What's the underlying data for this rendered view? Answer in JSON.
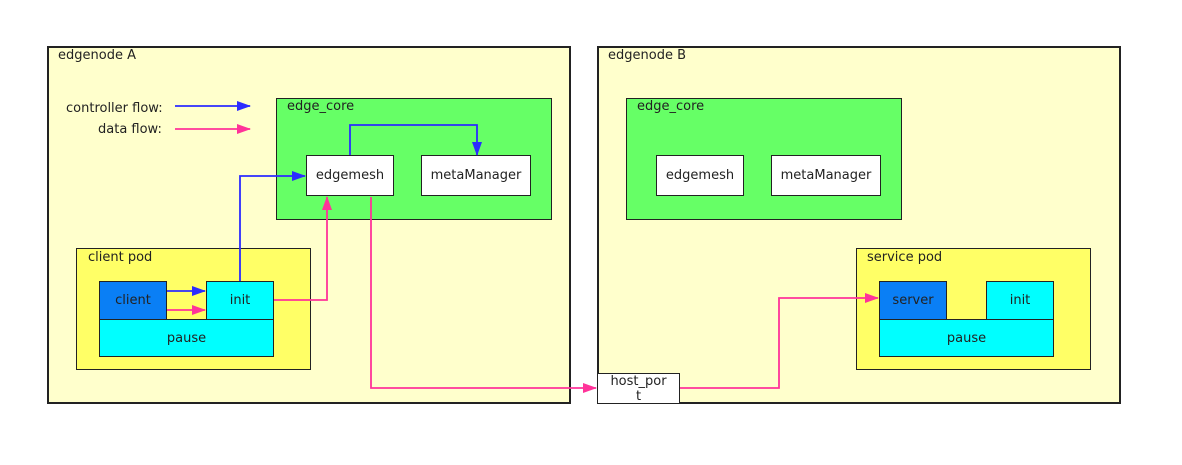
{
  "legend": {
    "controller_flow": "controller flow:",
    "data_flow": "data flow:"
  },
  "node_a": {
    "title": "edgenode A",
    "edge_core": {
      "title": "edge_core",
      "edgemesh": "edgemesh",
      "metamanager": "metaManager"
    },
    "client_pod": {
      "title": "client pod",
      "client": "client",
      "init": "init",
      "pause": "pause"
    }
  },
  "node_b": {
    "title": "edgenode B",
    "edge_core": {
      "title": "edge_core",
      "edgemesh": "edgemesh",
      "metamanager": "metaManager"
    },
    "service_pod": {
      "title": "service pod",
      "server": "server",
      "init": "init",
      "pause": "pause"
    }
  },
  "host_port": {
    "label": "host_por\nt"
  },
  "colors": {
    "controller_flow": "#2b2bff",
    "data_flow": "#ff3399",
    "node_bg": "#ffffcc",
    "edge_core_bg": "#66ff66",
    "pod_bg": "#ffff66",
    "container_cyan": "#00ffff",
    "container_blue": "#0a7ff5"
  }
}
